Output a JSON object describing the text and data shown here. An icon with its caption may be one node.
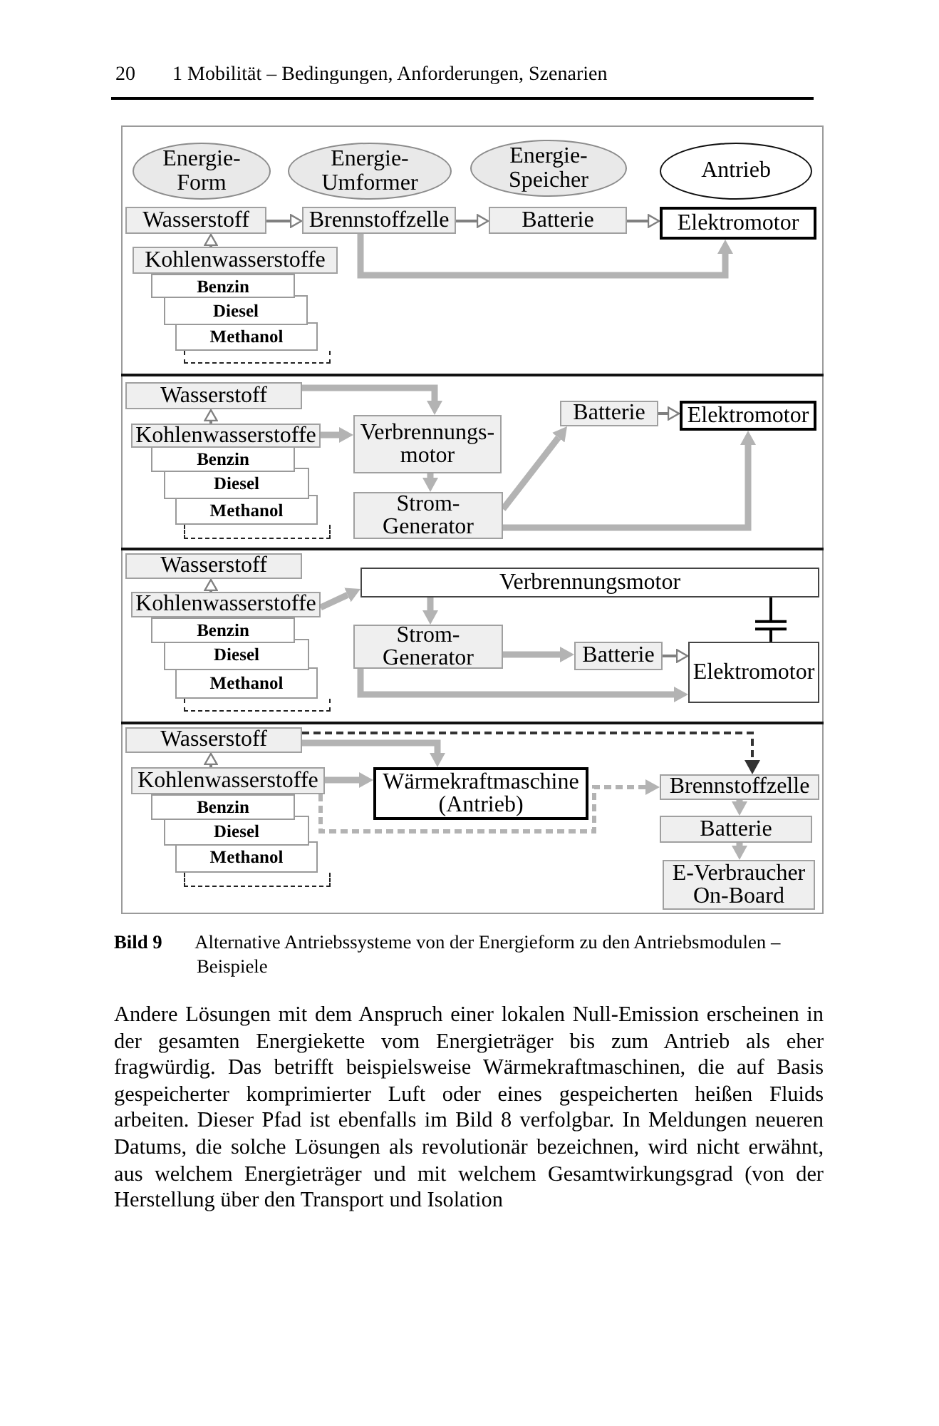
{
  "diagram": {
    "caption": "**Bild 9** Alternative Antriebssysteme von der Energieform zu den Antriebsmodulen – Beispiele",
    "nodes": [
      {
        "text": [
          "Energie- Form"
        ]
      },
      {
        "text": [
          "Energie- Umformer"
        ]
      },
      {
        "text": [
          "Energie- Speicher"
        ]
      },
      {
        "text": [
          "Antrieb"
        ]
      },
      {
        "text": [
          "Wasserstoff"
        ]
      },
      {
        "text": [
          "Brennstoffzelle"
        ]
      },
      {
        "text": [
          "Batterie"
        ]
      },
      {
        "text": [
          "Elektromotor"
        ]
      },
      {
        "text": [
          "Kohlenwasserstoffe"
        ]
      },
      {
        "text": [
          "Benzin"
        ]
      },
      {
        "text": [
          "Diesel"
        ]
      },
      {
        "text": [
          "Methanol"
        ]
      },
      {
        "text": [],
        "shape": "box"
      },
      {
        "text": [
          "Wasserstoff"
        ]
      },
      {
        "text": [
          "Kohlenwasserstoffe"
        ]
      },
      {
        "text": [
          "Benzin"
        ]
      },
      {
        "text": [
          "Diesel"
        ]
      },
      {
        "text": [
          "Methanol"
        ]
      },
      {
        "text": [],
        "shape": "box"
      },
      {
        "text": [
          "Verbrennungs- motor"
        ]
      },
      {
        "text": [
          "Strom- Generator"
        ]
      },
      {
        "text": [
          "Batterie"
        ]
      },
      {
        "text": [
          "Elektromotor"
        ]
      },
      {
        "text": [
          "Wasserstoff"
        ]
      },
      {
        "text": [
          "Kohlenwasserstoffe"
        ]
      },
      {
        "text": [
          "Benzin"
        ]
      },
      {
        "text": [
          "Diesel"
        ]
      },
      {
        "text": [
          "Methanol"
        ]
      },
      {
        "text": [],
        "shape": "box"
      },
      {
        "text": [
          "Verbrennungsmotor"
        ]
      },
      {
        "text": [
          "Strom- Generator"
        ]
      },
      {
        "text": [
          "Batterie"
        ]
      },
      {
        "text": [
          "Elektromotor"
        ]
      },
      {
        "text": [
          "Wasserstoff"
        ]
      },
      {
        "text": [
          "Kohlenwasserstoffe"
        ]
      },
      {
        "text": [
          "Benzin"
        ]
      },
      {
        "text": [
          "Diesel"
        ]
      },
      {
        "text": [
          "Methanol"
        ]
      },
      {
        "text": [],
        "shape": "box"
      },
      {
        "text": [
          "Wärmekraftmaschine (Antrieb)"
        ]
      },
      {
        "text": [
          "Brennstoffzelle"
        ]
      },
      {
        "text": [
          "Batterie"
        ]
      },
      {
        "text": [
          "E-Verbraucher On-Board"
        ]
      }
    ],
    "edges": [
      {
        "from": 4,
        "to": 5,
        "arrow": "to",
        "color": "#808080"
      },
      {
        "from": 5,
        "to": 6,
        "arrow": "to",
        "color": "#808080"
      },
      {
        "from": 6,
        "to": 7,
        "arrow": "to",
        "color": "#808080"
      },
      {
        "from": 8,
        "to": 4,
        "arrow": "to",
        "color": "#808080"
      },
      {
        "from": 5,
        "to": 7,
        "arrow": "to"
      },
      {
        "from": 14,
        "to": 13,
        "arrow": "to",
        "color": "#808080"
      },
      {
        "from": 13,
        "to": 19,
        "arrow": "to"
      },
      {
        "from": 14,
        "to": 19,
        "arrow": "to"
      },
      {
        "from": 19,
        "to": 20,
        "arrow": "to"
      },
      {
        "from": 20,
        "to": 21,
        "arrow": "to"
      },
      {
        "from": 20,
        "to": 22,
        "arrow": "to"
      },
      {
        "from": 21,
        "to": 22,
        "arrow": "to",
        "color": "#808080"
      },
      {
        "from": 24,
        "to": 23,
        "arrow": "to",
        "color": "#808080"
      },
      {
        "from": 24,
        "to": 29,
        "arrow": "to"
      },
      {
        "from": 29,
        "to": 30,
        "arrow": "to"
      },
      {
        "from": 30,
        "to": 31,
        "arrow": "to"
      },
      {
        "from": 31,
        "to": 32,
        "arrow": "to",
        "color": "#808080"
      },
      {
        "from": 30,
        "to": 32,
        "arrow": "to"
      },
      {
        "from": 29,
        "to": 32,
        "arrow": "none",
        "color": "#000000"
      },
      {
        "from": 34,
        "to": 33,
        "arrow": "to",
        "color": "#808080"
      },
      {
        "from": 33,
        "to": 39,
        "arrow": "to"
      },
      {
        "from": 34,
        "to": 39,
        "arrow": "to"
      },
      {
        "from": 33,
        "to": 40,
        "arrow": "to",
        "style": "dashed",
        "color": "#333333"
      },
      {
        "from": 34,
        "to": 40,
        "arrow": "to",
        "style": "dashed"
      },
      {
        "from": 40,
        "to": 41,
        "arrow": "to"
      },
      {
        "from": 41,
        "to": 42,
        "arrow": "to"
      }
    ],
    "labels": [
      "20",
      "1 Mobilität – Bedingungen, Anforderungen, Szenarien",
      "Andere Lösungen mit dem Anspruch einer lokalen Null-Emission erscheinen in der gesamten Energiekette vom Energieträger bis zum Antrieb als eher fragwürdig. Das betrifft beispielsweise Wärmekraftmaschinen, die auf Basis gespeicherter komprimierter Luft oder eines gespeicherten heißen Fluids arbeiten. Dieser Pfad ist ebenfalls im Bild 8 verfolgbar. In Meldungen neueren Datums, die solche Lösungen als revolutionär bezeichnen, wird nicht erwähnt, aus welchem Energieträger und mit welchem Gesamtwirkungsgrad (von der Herstellung über den Transport und Isolation"
    ]
  }
}
